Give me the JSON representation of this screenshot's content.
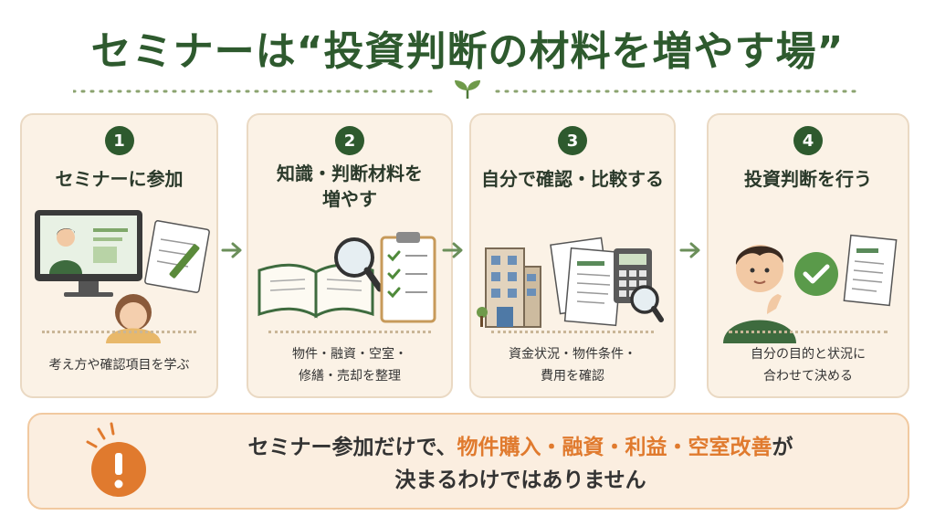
{
  "title": "セミナーは“投資判断の材料を増やす場”",
  "steps": [
    {
      "number": "1",
      "title": "セミナーに参加",
      "description": "考え方や確認項目を学ぶ"
    },
    {
      "number": "2",
      "title": "知識・判断材料を\n増やす",
      "description": "物件・融資・空室・\n修繕・売却を整理"
    },
    {
      "number": "3",
      "title": "自分で確認・比較する",
      "description": "資金状況・物件条件・\n費用を確認"
    },
    {
      "number": "4",
      "title": "投資判断を行う",
      "description": "自分の目的と状況に\n合わせて決める"
    }
  ],
  "notice": {
    "text_prefix": "セミナー参加だけで、",
    "highlight": "物件購入・融資・利益・空室改善",
    "text_suffix_1": "が",
    "text_line2": "決まるわけではありません"
  },
  "colors": {
    "brand_green": "#2e5a2e",
    "card_bg": "#fbf2e6",
    "notice_bg": "#fbeee0",
    "accent_orange": "#e07a2e"
  }
}
